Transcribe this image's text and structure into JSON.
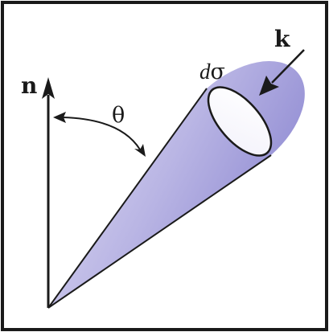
{
  "labels": {
    "normal_vector": "n",
    "wave_vector": "k",
    "angle": "θ",
    "solid_angle_d": "d",
    "solid_angle_sigma": "σ"
  },
  "colors": {
    "frame": "#1a1a1a",
    "stroke": "#1a1a1a",
    "cone_light": "#e4e1f5",
    "cone_mid": "#b2aee0",
    "cone_dark": "#8f8ad2",
    "cap_fill": "#ffffff"
  }
}
